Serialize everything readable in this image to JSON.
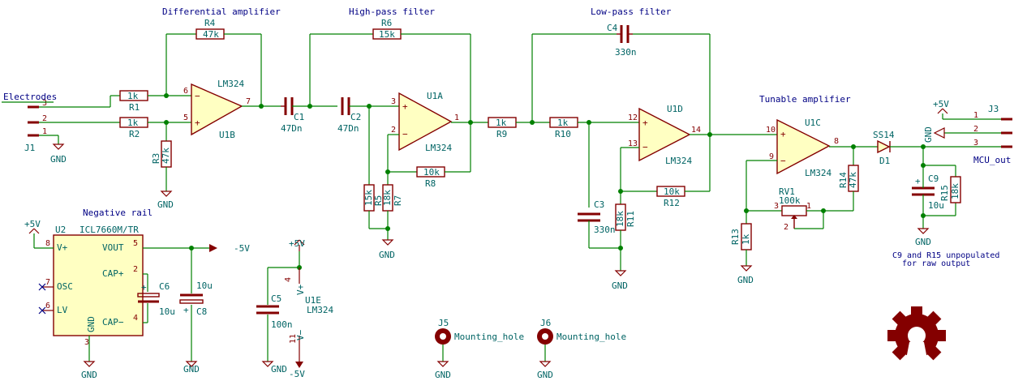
{
  "sections": {
    "diff_amp": "Differential amplifier",
    "hpf": "High-pass filter",
    "lpf": "Low-pass filter",
    "tunable": "Tunable amplifier",
    "neg_rail": "Negative rail"
  },
  "note1": "C9 and R15 unpopulated",
  "note2": "for raw output",
  "net_labels": {
    "electrodes": "Electrodes",
    "mcu_out": "MCU_out"
  },
  "power": {
    "gnd": "GND",
    "p5": "+5V",
    "m5": "-5V"
  },
  "refs": {
    "R1": "R1",
    "R2": "R2",
    "R3": "R3",
    "R4": "R4",
    "R5": "R5",
    "R6": "R6",
    "R7": "R7",
    "R8": "R8",
    "R9": "R9",
    "R10": "R10",
    "R11": "R11",
    "R12": "R12",
    "R13": "R13",
    "R14": "R14",
    "R15": "R15",
    "RV1": "RV1",
    "C1": "C1",
    "C2": "C2",
    "C3": "C3",
    "C4": "C4",
    "C5": "C5",
    "C6": "C6",
    "C8": "C8",
    "C9": "C9",
    "U1A": "U1A",
    "U1B": "U1B",
    "U1C": "U1C",
    "U1D": "U1D",
    "U1E": "U1E",
    "U2": "U2",
    "D1": "D1",
    "J1": "J1",
    "J3": "J3",
    "J5": "J5",
    "J6": "J6"
  },
  "values": {
    "R1": "1k",
    "R2": "1k",
    "R3": "47k",
    "R4": "47k",
    "R5": "15k",
    "R6": "15k",
    "R7": "18k",
    "R8": "10k",
    "R9": "1k",
    "R10": "1k",
    "R11": "18k",
    "R12": "10k",
    "R13": "1k",
    "R14": "47k",
    "R15": "18k",
    "RV1": "100k",
    "C1": "47Dn",
    "C2": "47Dn",
    "C3": "330n",
    "C4": "330n",
    "C5": "100n",
    "C6": "10u",
    "C8": "10u",
    "C9": "10u",
    "lm324": "LM324",
    "icl": "ICL7660M/TR",
    "d1": "SS14",
    "mount": "Mounting_hole"
  },
  "pins": {
    "p1": "1",
    "p2": "2",
    "p3": "3",
    "p4": "4",
    "p5": "5",
    "p6": "6",
    "p7": "7",
    "p8": "8",
    "p9": "9",
    "p10": "10",
    "p11": "11",
    "p12": "12",
    "p13": "13",
    "p14": "14",
    "plus": "+",
    "minus": "−"
  },
  "icl_pins": {
    "vp": "V+",
    "osc": "OSC",
    "lv": "LV",
    "vout": "VOUT",
    "capp": "CAP+",
    "capm": "CAP−",
    "gnd": "GND"
  },
  "u1e_pins": {
    "vp": "V+",
    "vm": "V−"
  },
  "colors": {
    "wire": "#008000",
    "component": "#840000",
    "fill": "#ffffc2",
    "text": "#006464",
    "label": "#000084"
  },
  "logo": "oshw-gear-icon"
}
